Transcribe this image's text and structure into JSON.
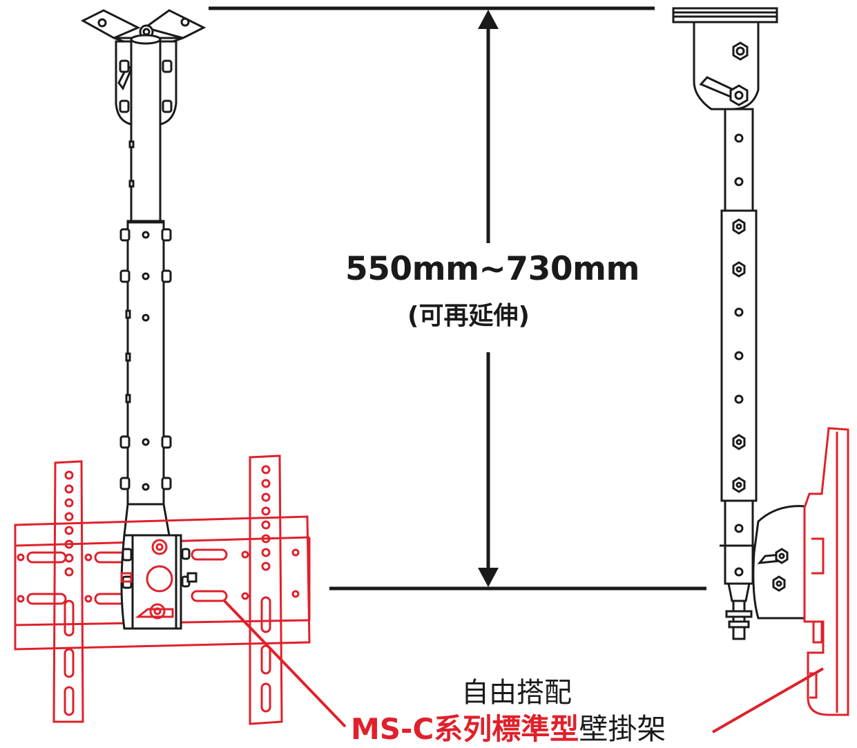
{
  "colors": {
    "outline": "#1a1a1a",
    "accent": "#e0202a"
  },
  "dimension": {
    "value": "550mm~730mm",
    "note": "(可再延伸)"
  },
  "callout": {
    "line1": "自由搭配",
    "line2_red": "MS-C系列標準型",
    "line2_black": "壁掛架"
  }
}
